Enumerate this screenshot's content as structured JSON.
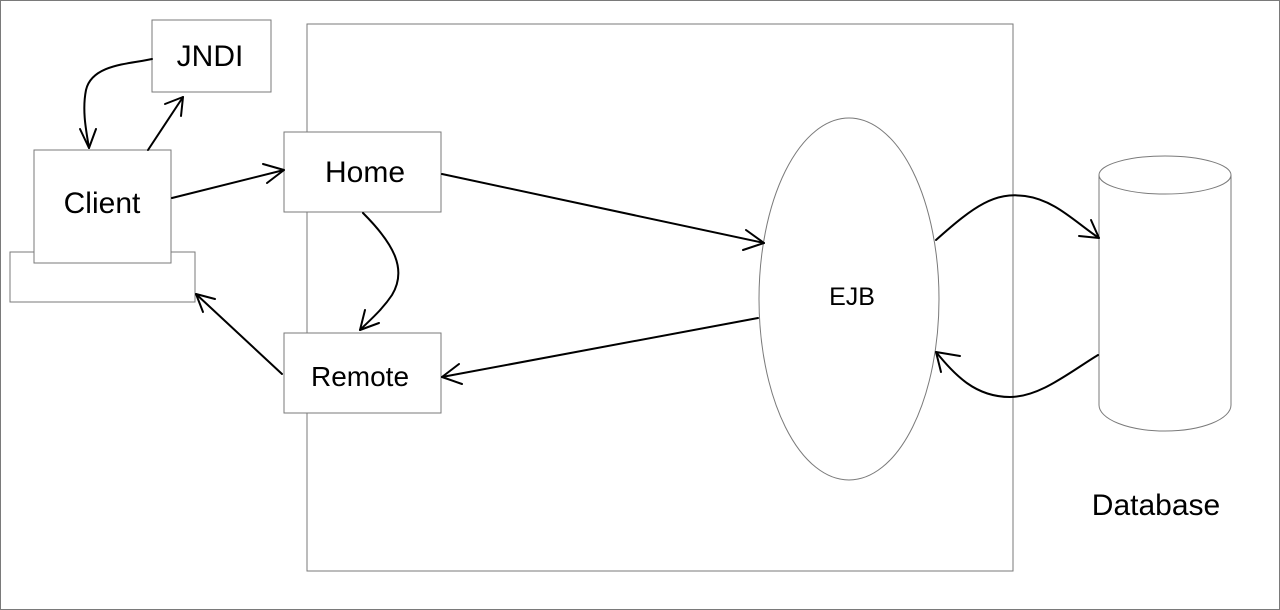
{
  "nodes": {
    "jndi": {
      "label": "JNDI"
    },
    "client": {
      "label": "Client"
    },
    "home": {
      "label": "Home"
    },
    "remote": {
      "label": "Remote"
    },
    "ejb": {
      "label": "EJB"
    },
    "database": {
      "label": "Database"
    }
  },
  "edges": [
    {
      "from": "jndi",
      "to": "client"
    },
    {
      "from": "client",
      "to": "jndi"
    },
    {
      "from": "client",
      "to": "home"
    },
    {
      "from": "home",
      "to": "ejb"
    },
    {
      "from": "home",
      "to": "remote"
    },
    {
      "from": "ejb",
      "to": "remote"
    },
    {
      "from": "remote",
      "to": "client"
    },
    {
      "from": "ejb",
      "to": "database"
    },
    {
      "from": "database",
      "to": "ejb"
    }
  ]
}
